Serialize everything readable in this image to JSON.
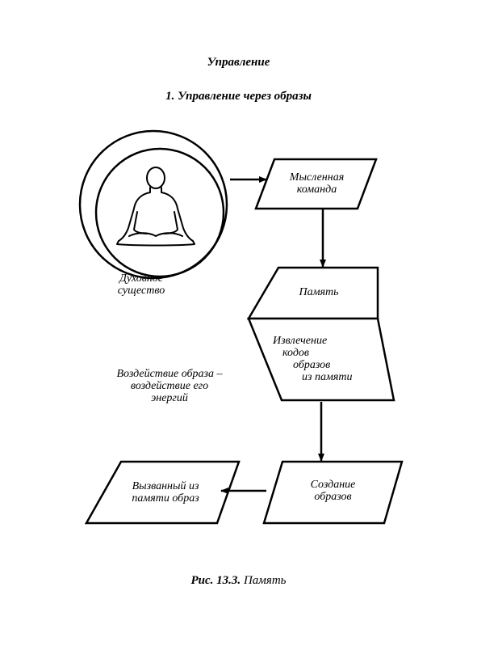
{
  "heading": "Управление",
  "subheading": "1. Управление через образы",
  "nodes": {
    "spirit": {
      "label_line1": "Духовное",
      "label_line2": "существо"
    },
    "mental_command": {
      "line1": "Мысленная",
      "line2": "команда"
    },
    "memory": {
      "line1": "Память"
    },
    "extraction": {
      "line1": "Извлечение",
      "line2": "кодов",
      "line3": "образов",
      "line4": "из памяти"
    },
    "creation": {
      "line1": "Создание",
      "line2": "образов"
    },
    "recalled": {
      "line1": "Вызванный из",
      "line2": "памяти образ"
    }
  },
  "note": {
    "line1": "Воздействие образа –",
    "line2": "воздействие его",
    "line3": "энергий"
  },
  "caption": {
    "label": "Рис. 13.3.",
    "text": "Память"
  },
  "colors": {
    "ink": "#000000",
    "paper": "#ffffff"
  }
}
